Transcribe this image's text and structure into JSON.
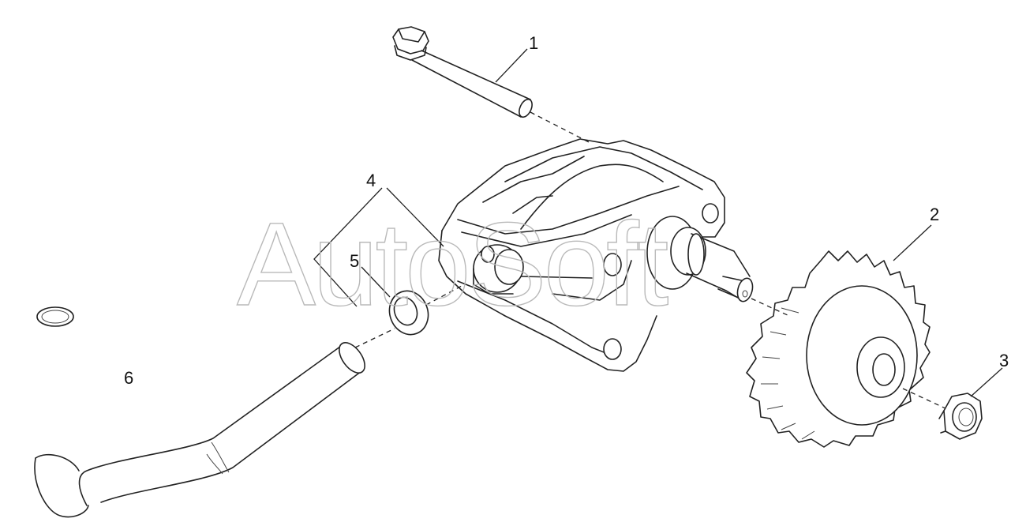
{
  "watermark": "AutoSoft",
  "callouts": [
    "1",
    "2",
    "3",
    "4",
    "5",
    "6"
  ],
  "parts": [
    {
      "callout": "1",
      "icon": "bolt-icon"
    },
    {
      "callout": "2",
      "icon": "gear-icon"
    },
    {
      "callout": "3",
      "icon": "nut-icon"
    },
    {
      "callout": "4",
      "icon": "oil-pump-body-icon"
    },
    {
      "callout": "5",
      "icon": "washer-icon"
    },
    {
      "callout": "6",
      "icon": "suction-pipe-icon"
    }
  ]
}
